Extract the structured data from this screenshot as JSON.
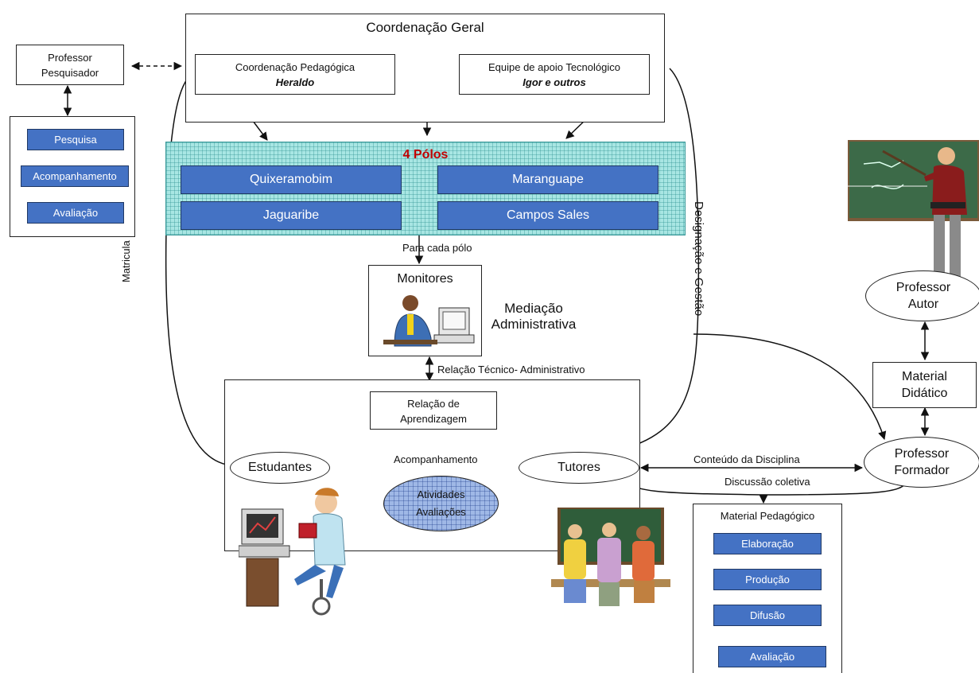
{
  "coordenacao": {
    "title": "Coordenação Geral",
    "pedagogica": {
      "line1": "Coordenação Pedagógica",
      "line2": "Heraldo"
    },
    "apoio": {
      "line1": "Equipe de apoio Tecnológico",
      "line2": "Igor e outros"
    }
  },
  "professor_pesquisador": {
    "line1": "Professor",
    "line2": "Pesquisador"
  },
  "pesquisa_steps": [
    "Pesquisa",
    "Acompanhamento",
    "Avaliação"
  ],
  "polos": {
    "title": "4 Pólos",
    "items": [
      "Quixeramobim",
      "Maranguape",
      "Jaguaribe",
      "Campos Sales"
    ]
  },
  "labels": {
    "para_cada_polo": "Para cada pólo",
    "matricula": "Matricula",
    "designacao": "Designação e Gestão",
    "mediacao_line1": "Mediação",
    "mediacao_line2": "Administrativa",
    "relacao_tecnico": "Relação Técnico- Administrativo",
    "acompanhamento": "Acompanhamento",
    "conteudo": "Conteúdo da Disciplina",
    "discussao": "Discussão coletiva"
  },
  "monitores": "Monitores",
  "relacao_aprendizagem": {
    "line1": "Relação de",
    "line2": "Aprendizagem"
  },
  "estudantes": "Estudantes",
  "tutores": "Tutores",
  "atividades": {
    "line1": "Atividades",
    "line2": "Avaliações"
  },
  "professor_autor": {
    "line1": "Professor",
    "line2": "Autor"
  },
  "material_didatico": {
    "line1": "Material",
    "line2": "Didático"
  },
  "professor_formador": {
    "line1": "Professor",
    "line2": "Formador"
  },
  "material_pedagogico": {
    "title": "Material Pedagógico",
    "steps": [
      "Elaboração",
      "Produção",
      "Difusão",
      "Avaliação"
    ]
  },
  "colors": {
    "step_blue": "#4472c4",
    "poles_fill": "#a8e6e3",
    "title_red": "#c00000"
  }
}
